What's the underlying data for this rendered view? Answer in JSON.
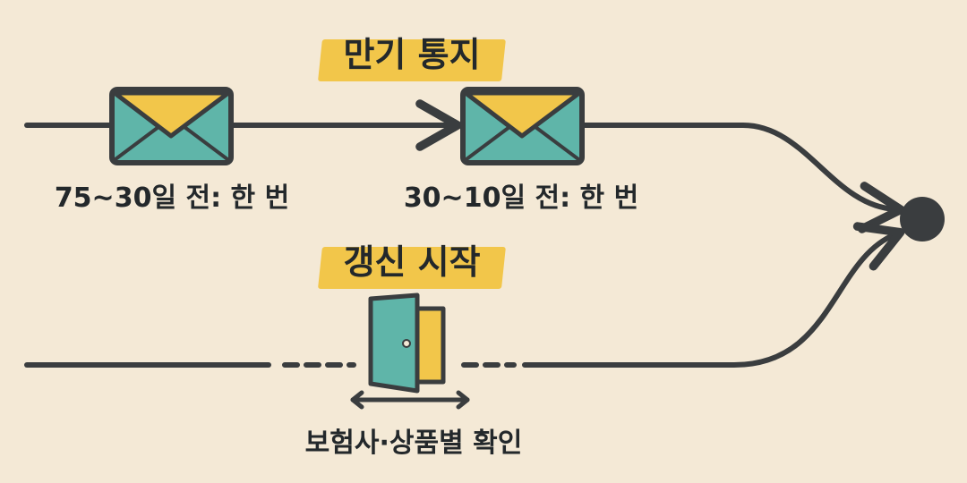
{
  "diagram": {
    "title_notice": "만기 통지",
    "title_renewal": "갱신 시작",
    "notice_first": "75~30일 전: 한 번",
    "notice_second": "30~10일 전: 한 번",
    "renewal_note": "보험사·상품별 확인"
  },
  "colors": {
    "background": "#f4e9d6",
    "ink": "#3a3d3f",
    "teal": "#5fb5a9",
    "yellow": "#f2c64a"
  },
  "icons": [
    "envelope-icon",
    "envelope-icon",
    "open-door-icon",
    "double-arrow-icon",
    "end-node"
  ]
}
